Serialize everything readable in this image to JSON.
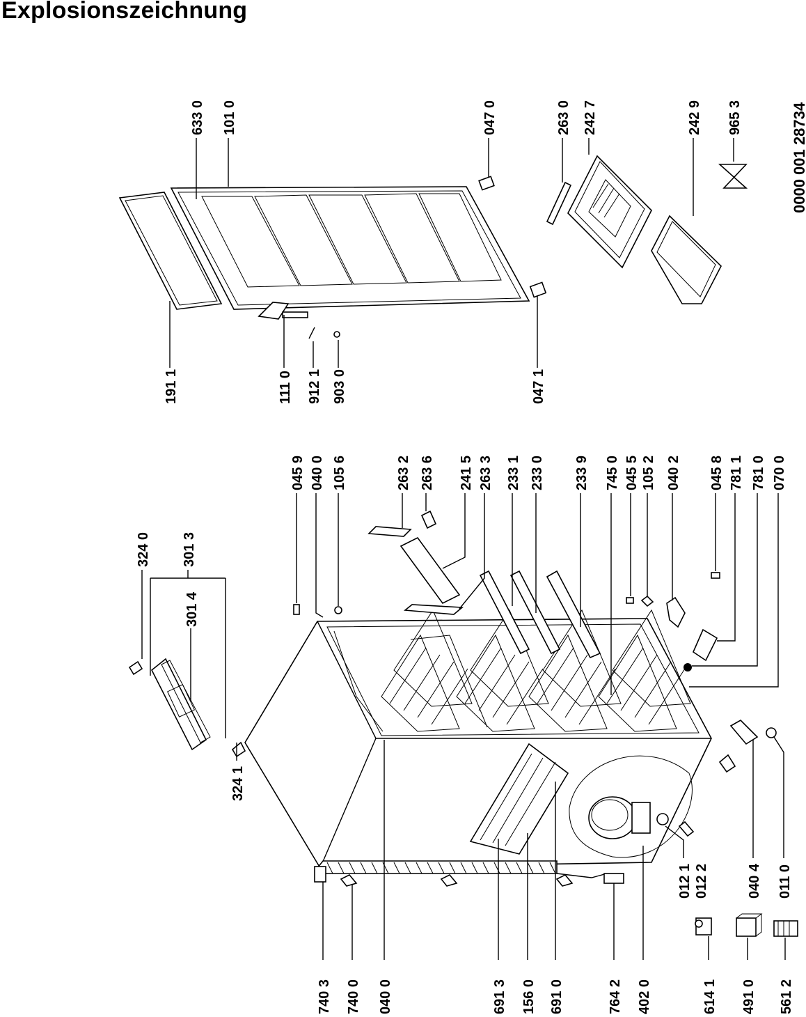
{
  "title": "Explosionszeichnung",
  "document_number": "0000 001 28734",
  "labels": {
    "l_633_0": "633 0",
    "l_101_0": "101 0",
    "l_047_0": "047 0",
    "l_263_0": "263 0",
    "l_242_7": "242 7",
    "l_242_9": "242 9",
    "l_965_3": "965 3",
    "l_191_1": "191 1",
    "l_111_0": "111 0",
    "l_912_1": "912 1",
    "l_903_0": "903 0",
    "l_047_1": "047 1",
    "l_324_0": "324 0",
    "l_301_3": "301 3",
    "l_301_4": "301 4",
    "l_324_1": "324 1",
    "l_045_9": "045 9",
    "l_040_0_top": "040 0",
    "l_105_6": "105 6",
    "l_263_2": "263 2",
    "l_263_6": "263 6",
    "l_241_5": "241 5",
    "l_263_3": "263 3",
    "l_233_1": "233 1",
    "l_233_0": "233 0",
    "l_233_9": "233 9",
    "l_745_0": "745 0",
    "l_045_5": "045 5",
    "l_105_2": "105 2",
    "l_040_2": "040 2",
    "l_045_8": "045 8",
    "l_781_1": "781 1",
    "l_781_0": "781 0",
    "l_070_0": "070 0",
    "l_740_3": "740 3",
    "l_740_0": "740 0",
    "l_040_0_bottom": "040 0",
    "l_691_3": "691 3",
    "l_156_0": "156 0",
    "l_691_0": "691 0",
    "l_764_2": "764 2",
    "l_402_0": "402 0",
    "l_012_1": "012 1",
    "l_012_2": "012 2",
    "l_040_4": "040 4",
    "l_011_0": "011 0",
    "l_614_1": "614 1",
    "l_491_0": "491 0",
    "l_561_2": "561 2"
  }
}
